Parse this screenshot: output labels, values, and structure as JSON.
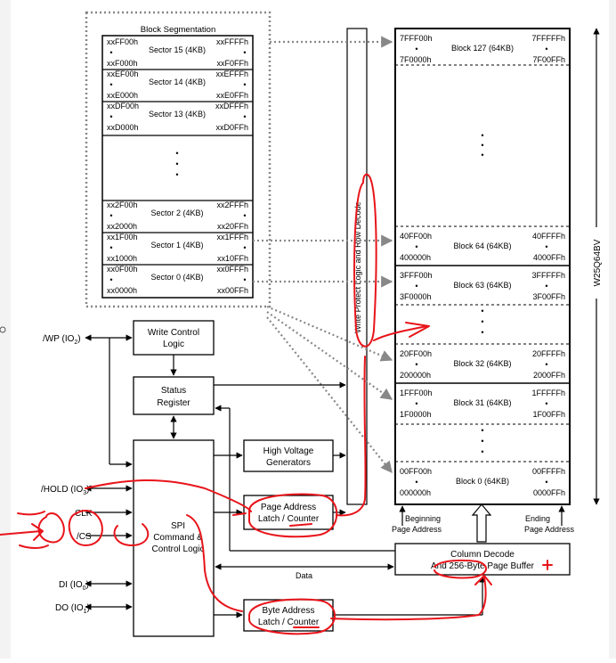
{
  "block_segmentation": {
    "title": "Block Segmentation",
    "sectors": [
      {
        "start": "xxFF00h",
        "end": "xxFFFFh",
        "start2": "xxF000h",
        "end2": "xxF0FFh",
        "name": "Sector 15 (4KB)"
      },
      {
        "start": "xxEF00h",
        "end": "xxEFFFh",
        "start2": "xxE000h",
        "end2": "xxE0FFh",
        "name": "Sector 14 (4KB)"
      },
      {
        "start": "xxDF00h",
        "end": "xxDFFFh",
        "start2": "xxD000h",
        "end2": "xxD0FFh",
        "name": "Sector 13 (4KB)"
      },
      {
        "start": "xx2F00h",
        "end": "xx2FFFh",
        "start2": "xx2000h",
        "end2": "xx20FFh",
        "name": "Sector 2 (4KB)"
      },
      {
        "start": "xx1F00h",
        "end": "xx1FFFh",
        "start2": "xx1000h",
        "end2": "xx10FFh",
        "name": "Sector 1 (4KB)"
      },
      {
        "start": "xx0F00h",
        "end": "xx0FFFh",
        "start2": "xx0000h",
        "end2": "xx00FFh",
        "name": "Sector 0 (4KB)"
      }
    ]
  },
  "memory_blocks": [
    {
      "tl": "7FFF00h",
      "tr": "7FFFFFh",
      "bl": "7F0000h",
      "br": "7F00FFh",
      "name": "Block 127 (64KB)"
    },
    {
      "tl": "40FF00h",
      "tr": "40FFFFh",
      "bl": "400000h",
      "br": "4000FFh",
      "name": "Block 64 (64KB)"
    },
    {
      "tl": "3FFF00h",
      "tr": "3FFFFFh",
      "bl": "3F0000h",
      "br": "3F00FFh",
      "name": "Block 63 (64KB)"
    },
    {
      "tl": "20FF00h",
      "tr": "20FFFFh",
      "bl": "200000h",
      "br": "2000FFh",
      "name": "Block 32 (64KB)"
    },
    {
      "tl": "1FFF00h",
      "tr": "1FFFFFh",
      "bl": "1F0000h",
      "br": "1F00FFh",
      "name": "Block 31 (64KB)"
    },
    {
      "tl": "00FF00h",
      "tr": "00FFFFh",
      "bl": "000000h",
      "br": "0000FFh",
      "name": "Block 0 (64KB)"
    }
  ],
  "chip_name": "W25Q64BV",
  "write_protect": "Write Protect Logic and Row Decode",
  "pins": {
    "wp": "/WP (IO",
    "wp_sub": "2",
    "hold": "/HOLD (IO",
    "hold_sub": "3",
    "clk": "CLK",
    "cs": "/CS",
    "di": "DI (IO",
    "di_sub": "0",
    "do": "DO (IO",
    "do_sub": "1",
    "close": ")"
  },
  "blocks": {
    "write_control": [
      "Write Control",
      "Logic"
    ],
    "status_register": [
      "Status",
      "Register"
    ],
    "high_voltage": [
      "High Voltage",
      "Generators"
    ],
    "page_address": [
      "Page Address",
      "Latch / Counter"
    ],
    "spi": [
      "SPI",
      "Command &",
      "Control Logic"
    ],
    "byte_address": [
      "Byte Address",
      "Latch / Counter"
    ],
    "column_decode": [
      "Column Decode",
      "And 256-Byte Page Buffer"
    ]
  },
  "labels": {
    "beginning": [
      "Beginning",
      "Page Address"
    ],
    "ending": [
      "Ending",
      "Page Address"
    ],
    "data": "Data",
    "bullet": "•"
  }
}
